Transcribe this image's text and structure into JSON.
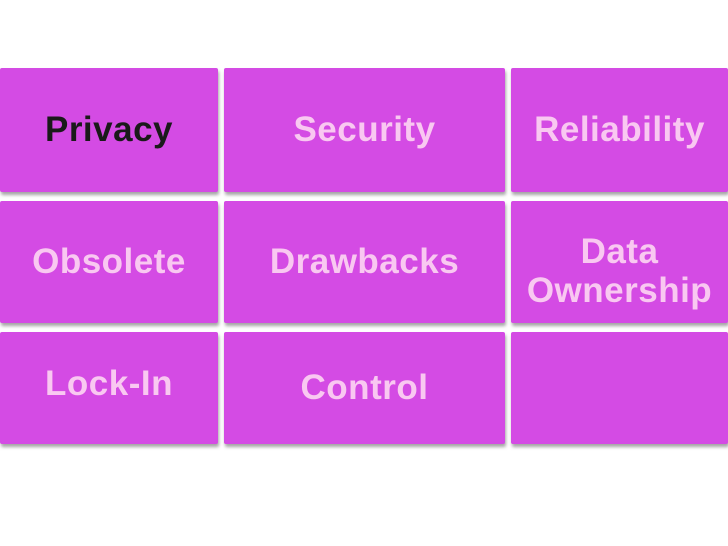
{
  "slide": {
    "background": "#ffffff"
  },
  "theme": {
    "box_color": "#d44be4",
    "light_text": "#f9c8f1",
    "dark_text": "#1a1a1a",
    "shadow_color": "#696969"
  },
  "grid": {
    "rows": 3,
    "columns": 3,
    "cells": [
      {
        "id": "privacy",
        "label": "Privacy",
        "text_style": "dark"
      },
      {
        "id": "security",
        "label": "Security",
        "text_style": "light"
      },
      {
        "id": "reliability",
        "label": "Reliability",
        "text_style": "light"
      },
      {
        "id": "obsolete",
        "label": "Obsolete",
        "text_style": "light"
      },
      {
        "id": "drawbacks",
        "label": "Drawbacks",
        "text_style": "light"
      },
      {
        "id": "data-ownership",
        "label": "Data Ownership",
        "text_style": "light"
      },
      {
        "id": "lock-in",
        "label": "Lock-In",
        "text_style": "light"
      },
      {
        "id": "control",
        "label": "Control",
        "text_style": "light"
      },
      {
        "id": "empty",
        "label": "",
        "text_style": "light"
      }
    ]
  }
}
